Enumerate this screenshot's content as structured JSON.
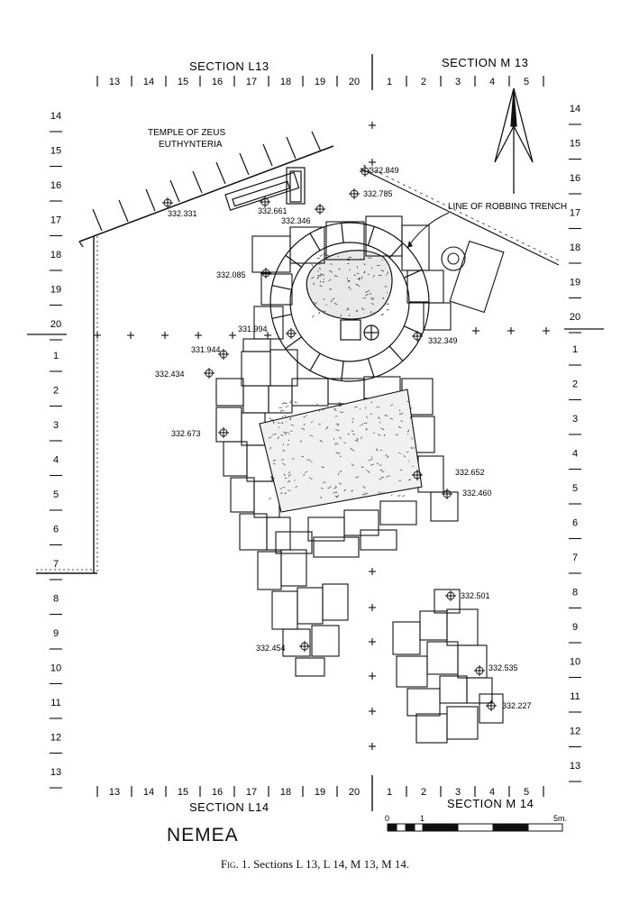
{
  "sections": {
    "top_left": "SECTION  L13",
    "top_right": "SECTION  M 13",
    "bottom_left": "SECTION  L14",
    "bottom_right": "SECTION  M 14"
  },
  "top_ticks_left": [
    "13",
    "14",
    "15",
    "16",
    "17",
    "18",
    "19",
    "20"
  ],
  "top_ticks_right": [
    "1",
    "2",
    "3",
    "4",
    "5"
  ],
  "bottom_ticks_left": [
    "13",
    "14",
    "15",
    "16",
    "17",
    "18",
    "19",
    "20"
  ],
  "bottom_ticks_right": [
    "1",
    "2",
    "3",
    "4",
    "5"
  ],
  "left_ticks_upper": [
    "14",
    "15",
    "16",
    "17",
    "18",
    "19",
    "20"
  ],
  "left_ticks_lower": [
    "1",
    "2",
    "3",
    "4",
    "5",
    "6",
    "7",
    "8",
    "9",
    "10",
    "11",
    "12",
    "13"
  ],
  "right_ticks_upper": [
    "14",
    "15",
    "16",
    "17",
    "18",
    "19",
    "20"
  ],
  "right_ticks_lower": [
    "1",
    "2",
    "3",
    "4",
    "5",
    "6",
    "7",
    "8",
    "9",
    "10",
    "11",
    "12",
    "13"
  ],
  "annotations": {
    "temple_line1": "TEMPLE  OF  ZEUS",
    "temple_line2": "EUTHYNTERIA",
    "robbing_trench": "LINE  OF  ROBBING  TRENCH"
  },
  "elevations": [
    {
      "id": "e1",
      "label": "332.849"
    },
    {
      "id": "e2",
      "label": "332.785"
    },
    {
      "id": "e3",
      "label": "332.331"
    },
    {
      "id": "e4",
      "label": "332.661"
    },
    {
      "id": "e5",
      "label": "332.346"
    },
    {
      "id": "e6",
      "label": "332.085"
    },
    {
      "id": "e7",
      "label": "331.994"
    },
    {
      "id": "e8",
      "label": "331.944"
    },
    {
      "id": "e9",
      "label": "332.434"
    },
    {
      "id": "e10",
      "label": "332.349"
    },
    {
      "id": "e11",
      "label": "332.673"
    },
    {
      "id": "e12",
      "label": "332.652"
    },
    {
      "id": "e13",
      "label": "332.460"
    },
    {
      "id": "e14",
      "label": "332.501"
    },
    {
      "id": "e15",
      "label": "332.454"
    },
    {
      "id": "e16",
      "label": "332.535"
    },
    {
      "id": "e17",
      "label": "332.227"
    }
  ],
  "scale": {
    "zero": "0",
    "one": "1",
    "five": "5m."
  },
  "site_name": "NEMEA",
  "caption": {
    "fig": "Fig. 1.",
    "text": "  Sections L 13, L 14, M 13, M 14."
  },
  "north_arrow": "north-arrow-icon"
}
